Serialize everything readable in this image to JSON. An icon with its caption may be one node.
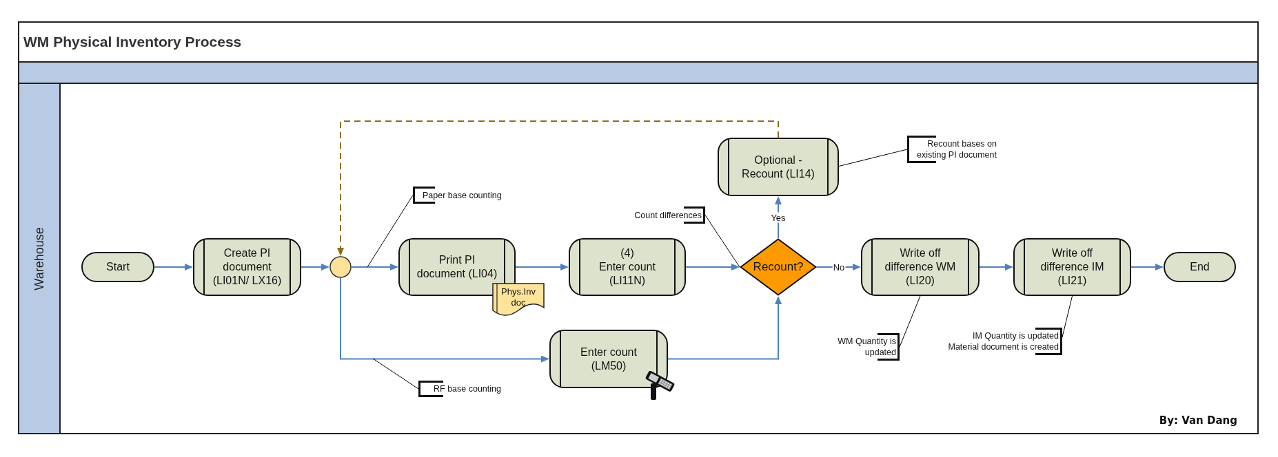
{
  "diagram": {
    "title": "WM Physical Inventory Process",
    "nodes": [
      {
        "text": [
          "Warehouse"
        ]
      },
      {
        "text": [
          "Start"
        ],
        "in": 0
      },
      {
        "text": [
          "Create PI document (LI01N/ LX16)"
        ],
        "in": 0
      },
      {
        "text": [],
        "shape": "circle",
        "in": 0
      },
      {
        "text": [
          "Paper base counting"
        ],
        "in": 0
      },
      {
        "text": [
          "Print PI document (LI04)"
        ],
        "in": 0
      },
      {
        "text": [
          "Phys.Inv doc"
        ],
        "in": 0
      },
      {
        "text": [
          "RF base counting"
        ],
        "in": 0
      },
      {
        "text": [
          "(4)",
          "Enter count (LI11N)"
        ],
        "in": 0
      },
      {
        "text": [
          "Enter count (LM50)"
        ],
        "in": 0
      },
      {
        "text": [
          "Count differences"
        ],
        "in": 0
      },
      {
        "text": [
          "Optional - Recount (LI14)"
        ],
        "in": 0
      },
      {
        "text": [
          "Recount?"
        ],
        "in": 0
      },
      {
        "text": [
          "Recount bases on existing PI document"
        ],
        "in": 0
      },
      {
        "text": [
          "Write off difference WM (LI20)"
        ],
        "in": 0
      },
      {
        "text": [
          "WM Quantity is updated"
        ],
        "in": 0
      },
      {
        "text": [
          "Write off difference IM (LI21)"
        ],
        "in": 0
      },
      {
        "text": [
          "IM Quantity is updated Material document is created"
        ],
        "in": 0
      },
      {
        "text": [
          "End"
        ],
        "in": 0
      }
    ],
    "edges": [
      {
        "from": 1,
        "to": 2,
        "arrow": "to"
      },
      {
        "from": 2,
        "to": 3,
        "arrow": "to"
      },
      {
        "from": 3,
        "to": 5,
        "arrow": "to"
      },
      {
        "from": 3,
        "to": 9,
        "arrow": "to"
      },
      {
        "from": 5,
        "to": 8,
        "arrow": "to"
      },
      {
        "from": 8,
        "to": 12,
        "arrow": "to"
      },
      {
        "from": 9,
        "to": 12,
        "arrow": "to"
      },
      {
        "from": 12,
        "to": 11,
        "arrow": "to",
        "label": "Yes"
      },
      {
        "from": 12,
        "to": 14,
        "arrow": "to",
        "label": "No"
      },
      {
        "from": 14,
        "to": 16,
        "arrow": "to"
      },
      {
        "from": 16,
        "to": 18,
        "arrow": "to"
      },
      {
        "from": 11,
        "to": 3,
        "arrow": "to",
        "style": "dashed",
        "color": "#8c6e14"
      },
      {
        "from": 4,
        "to": null,
        "arrow": "none",
        "color": "#000000"
      },
      {
        "from": 7,
        "to": null,
        "arrow": "none",
        "color": "#000000"
      },
      {
        "from": 10,
        "to": 12,
        "arrow": "none",
        "color": "#000000"
      },
      {
        "from": 13,
        "to": 11,
        "arrow": "none",
        "color": "#000000"
      },
      {
        "from": 15,
        "to": 14,
        "arrow": "none",
        "color": "#000000"
      },
      {
        "from": 17,
        "to": 16,
        "arrow": "none",
        "color": "#000000"
      }
    ],
    "labels": [
      "By: Van Dang"
    ]
  }
}
